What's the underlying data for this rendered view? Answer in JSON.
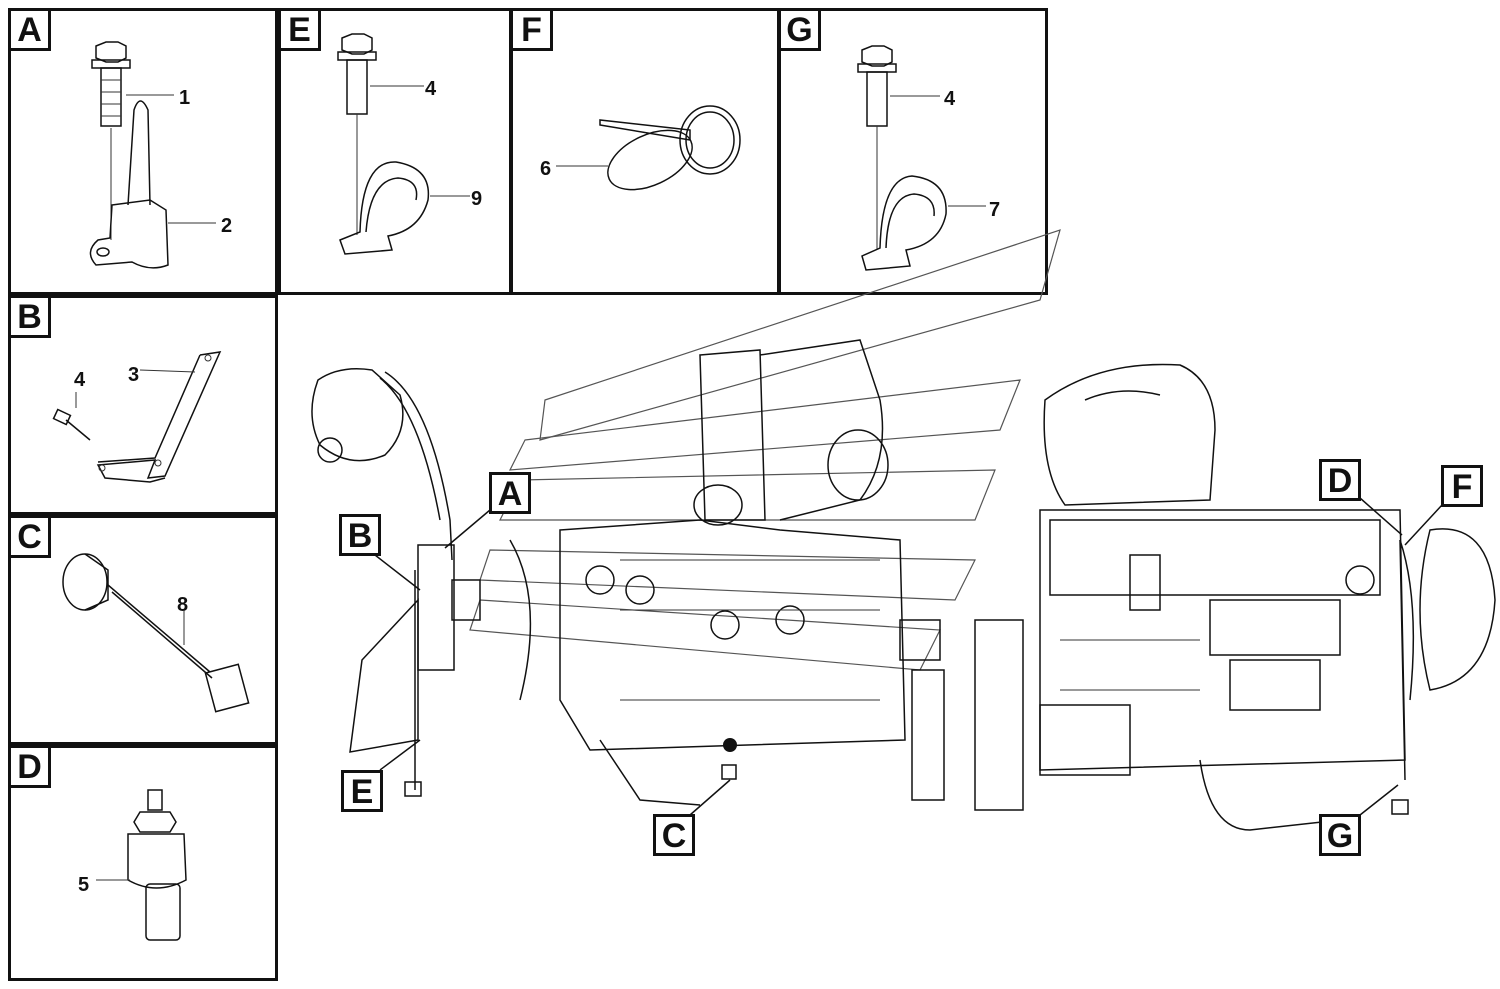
{
  "panels": {
    "A": {
      "tag": "A",
      "parts": [
        "1",
        "2"
      ]
    },
    "B": {
      "tag": "B",
      "parts": [
        "4",
        "3"
      ]
    },
    "C": {
      "tag": "C",
      "parts": [
        "8"
      ]
    },
    "D": {
      "tag": "D",
      "parts": [
        "5"
      ]
    },
    "E": {
      "tag": "E",
      "parts": [
        "4",
        "9"
      ]
    },
    "F": {
      "tag": "F",
      "parts": [
        "6"
      ]
    },
    "G": {
      "tag": "G",
      "parts": [
        "4",
        "7"
      ]
    }
  },
  "callouts": {
    "A": "A",
    "B": "B",
    "C": "C",
    "D": "D",
    "E": "E",
    "F": "F",
    "G": "G"
  },
  "colors": {
    "line": "#111111",
    "background": "#ffffff"
  }
}
